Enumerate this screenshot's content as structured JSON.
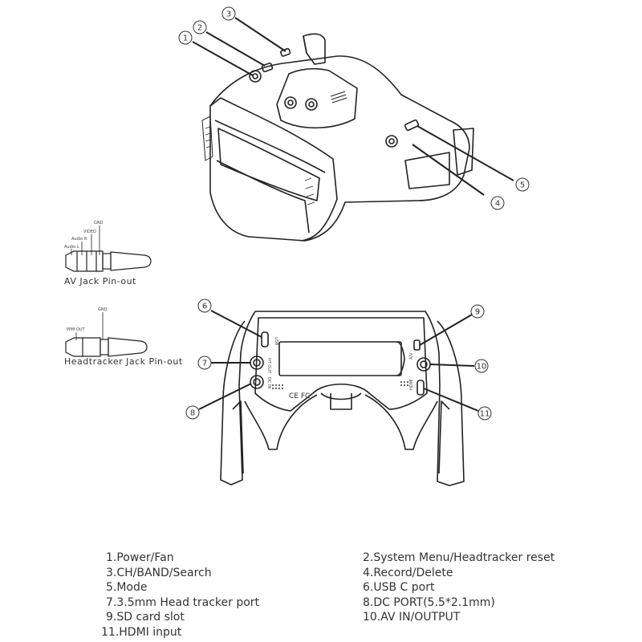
{
  "callouts": {
    "c1": "1",
    "c2": "2",
    "c3": "3",
    "c4": "4",
    "c5": "5",
    "c6": "6",
    "c7": "7",
    "c8": "8",
    "c9": "9",
    "c10": "10",
    "c11": "11"
  },
  "av_jack": {
    "title": "AV Jack Pin-out",
    "pins": [
      "Audio L",
      "Audio R",
      "VIDEO",
      "GND"
    ]
  },
  "headtracker_jack": {
    "title": "Headtracker Jack Pin-out",
    "pins": [
      "PPM OUT",
      "GND"
    ]
  },
  "port_labels": {
    "usb": "USB",
    "ht_out": "HT OUT",
    "dc_in": "DC IN",
    "av": "A/V",
    "hdmi": "HDMI"
  },
  "certification": "CE FC",
  "legend": {
    "left": [
      "1.Power/Fan",
      "3.CH/BAND/Search",
      "5.Mode",
      "7.3.5mm Head tracker port",
      "9.SD card slot",
      "11.HDMI input"
    ],
    "right": [
      "2.System Menu/Headtracker reset",
      "4.Record/Delete",
      "6.USB C port",
      "8.DC PORT(5.5*2.1mm)",
      "10.AV IN/OUTPUT"
    ]
  }
}
